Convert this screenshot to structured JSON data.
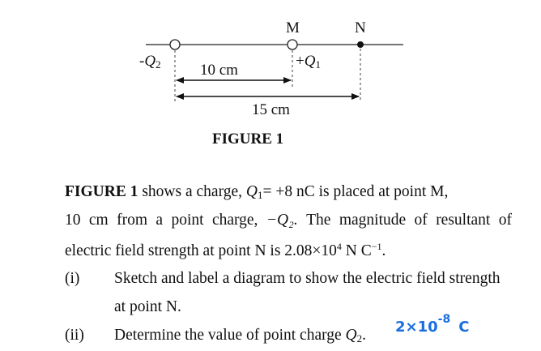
{
  "figure": {
    "caption": "FIGURE 1",
    "points": {
      "q2": {
        "label_sign": "-",
        "label_symbol": "Q",
        "label_sub": "2"
      },
      "m": {
        "label": "M",
        "charge_sign": "+",
        "charge_symbol": "Q",
        "charge_sub": "1"
      },
      "n": {
        "label": "N"
      }
    },
    "dimensions": {
      "q2_to_m": "10 cm",
      "q2_to_n": "15 cm"
    }
  },
  "question": {
    "intro": {
      "line1_bold": "FIGURE 1",
      "line1_a": " shows a charge, ",
      "line1_q": "Q",
      "line1_qsub": "1",
      "line1_b": "= +8 nC is placed at point M,",
      "line2_words": [
        "10",
        "cm",
        "from",
        "a",
        "point",
        "charge,",
        "−Q₂.",
        "The",
        "magnitude",
        "of",
        "resultant",
        "of"
      ],
      "line3_a": "electric field strength at point N is 2.08×10",
      "line3_exp": "4",
      "line3_b": " N C",
      "line3_exp2": "−1",
      "line3_c": "."
    },
    "parts": [
      {
        "number": "(i)",
        "text_line1": "Sketch and label a diagram to show the electric field strength",
        "text_line2": "at point N."
      },
      {
        "number": "(ii)",
        "text_a": "Determine the value of point charge ",
        "text_q": "Q",
        "text_qsub": "2",
        "text_b": "."
      }
    ]
  },
  "annotation": {
    "mantissa": "2×10",
    "exponent": "-8",
    "unit": "C",
    "color": "#1a6fe0"
  }
}
